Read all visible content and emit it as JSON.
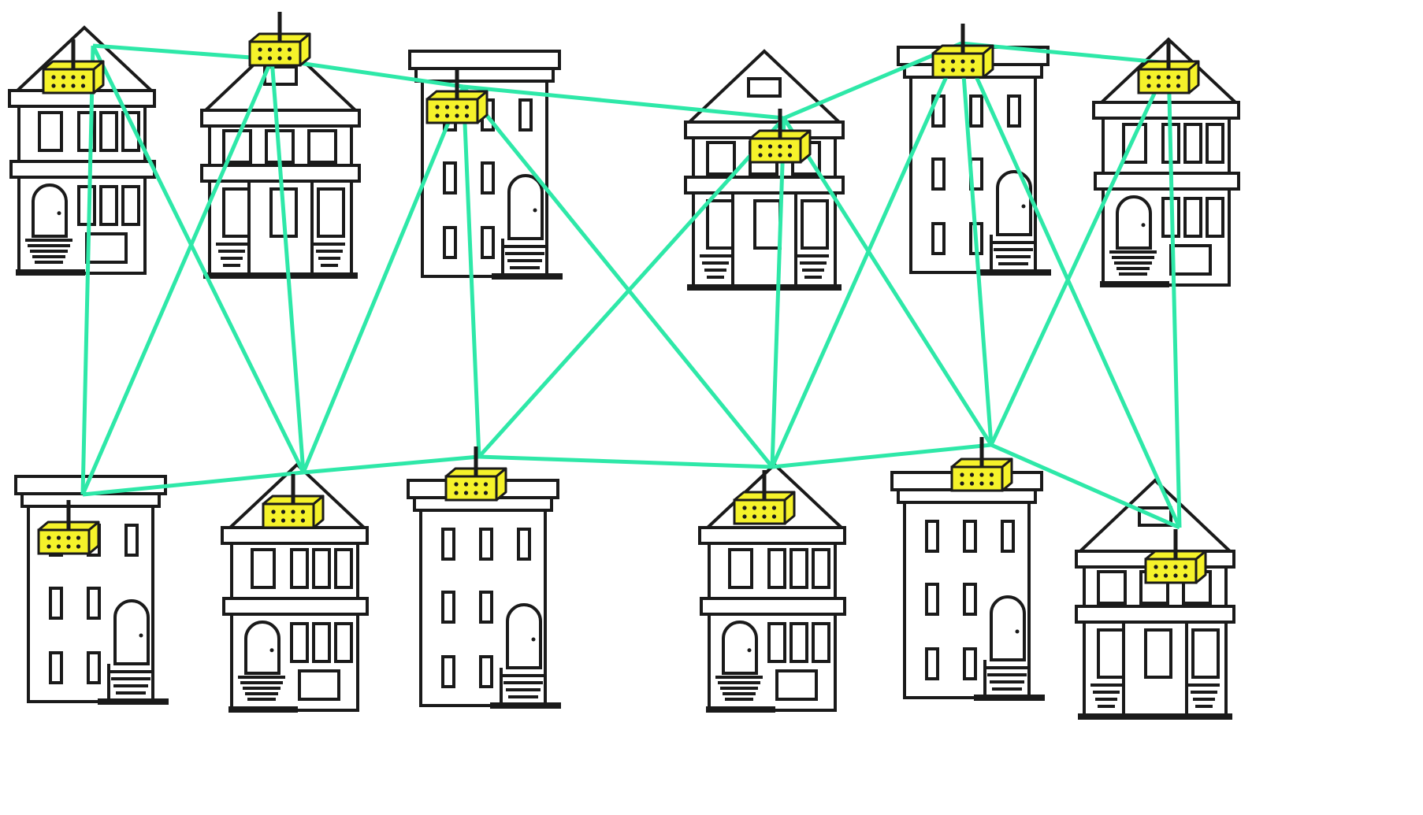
{
  "colors": {
    "background": "#ffffff",
    "link": "#2ee8a8",
    "router": "#f5f22a",
    "outline": "#1a1a1a"
  },
  "icons": {
    "house": "house-icon",
    "router": "router-icon"
  },
  "nodes": [
    {
      "id": "top-1",
      "house": "gable-porch",
      "router": true
    },
    {
      "id": "top-2",
      "house": "gable-double",
      "router": true
    },
    {
      "id": "top-3",
      "house": "flat-rowhouse",
      "router": true
    },
    {
      "id": "top-4",
      "house": "gable-double",
      "router": true
    },
    {
      "id": "top-5",
      "house": "flat-rowhouse",
      "router": true
    },
    {
      "id": "top-6",
      "house": "gable-porch",
      "router": true
    },
    {
      "id": "bottom-1",
      "house": "flat-rowhouse",
      "router": true
    },
    {
      "id": "bottom-2",
      "house": "gable-porch",
      "router": true
    },
    {
      "id": "bottom-3",
      "house": "flat-rowhouse",
      "router": true
    },
    {
      "id": "bottom-4",
      "house": "gable-porch",
      "router": true
    },
    {
      "id": "bottom-5",
      "house": "flat-rowhouse",
      "router": true
    },
    {
      "id": "bottom-6",
      "house": "gable-double",
      "router": true
    }
  ],
  "links": [
    [
      "top-1",
      "top-2"
    ],
    [
      "top-2",
      "top-3"
    ],
    [
      "top-3",
      "top-4"
    ],
    [
      "top-4",
      "top-5"
    ],
    [
      "top-5",
      "top-6"
    ],
    [
      "top-1",
      "bottom-1"
    ],
    [
      "top-1",
      "bottom-2"
    ],
    [
      "top-2",
      "bottom-1"
    ],
    [
      "top-2",
      "bottom-2"
    ],
    [
      "top-3",
      "bottom-2"
    ],
    [
      "top-3",
      "bottom-3"
    ],
    [
      "top-3",
      "bottom-4"
    ],
    [
      "top-4",
      "bottom-3"
    ],
    [
      "top-4",
      "bottom-4"
    ],
    [
      "top-4",
      "bottom-5"
    ],
    [
      "top-5",
      "bottom-4"
    ],
    [
      "top-5",
      "bottom-5"
    ],
    [
      "top-5",
      "bottom-6"
    ],
    [
      "top-6",
      "bottom-5"
    ],
    [
      "top-6",
      "bottom-6"
    ],
    [
      "bottom-1",
      "bottom-2"
    ],
    [
      "bottom-2",
      "bottom-3"
    ],
    [
      "bottom-3",
      "bottom-4"
    ],
    [
      "bottom-4",
      "bottom-5"
    ],
    [
      "bottom-5",
      "bottom-6"
    ]
  ]
}
